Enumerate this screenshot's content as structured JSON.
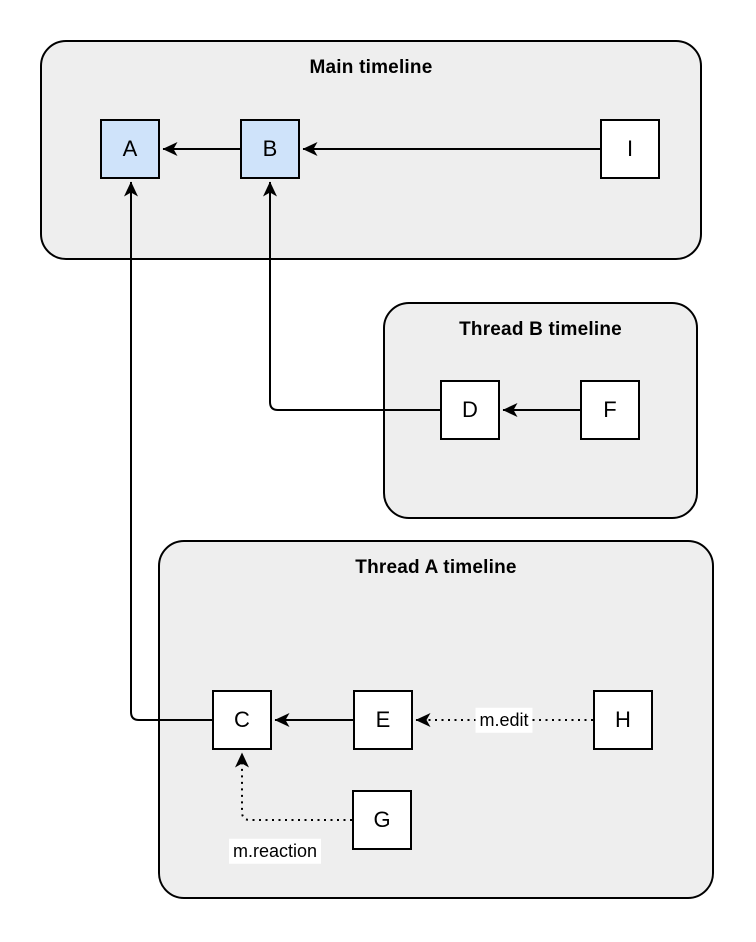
{
  "containers": {
    "main": {
      "label": "Main timeline"
    },
    "thread_b": {
      "label": "Thread B timeline"
    },
    "thread_a": {
      "label": "Thread A timeline"
    }
  },
  "nodes": {
    "a": {
      "label": "A",
      "fill": "blue"
    },
    "b": {
      "label": "B",
      "fill": "blue"
    },
    "i": {
      "label": "I",
      "fill": "white"
    },
    "d": {
      "label": "D",
      "fill": "white"
    },
    "f": {
      "label": "F",
      "fill": "white"
    },
    "c": {
      "label": "C",
      "fill": "white"
    },
    "e": {
      "label": "E",
      "fill": "white"
    },
    "h": {
      "label": "H",
      "fill": "white"
    },
    "g": {
      "label": "G",
      "fill": "white"
    }
  },
  "edges": {
    "b_to_a": {
      "from": "B",
      "to": "A",
      "style": "solid"
    },
    "i_to_b": {
      "from": "I",
      "to": "B",
      "style": "solid"
    },
    "f_to_d": {
      "from": "F",
      "to": "D",
      "style": "solid"
    },
    "d_to_b": {
      "from": "D",
      "to": "B",
      "style": "solid"
    },
    "e_to_c": {
      "from": "E",
      "to": "C",
      "style": "solid"
    },
    "c_to_a": {
      "from": "C",
      "to": "A",
      "style": "solid"
    },
    "h_to_e": {
      "from": "H",
      "to": "E",
      "style": "dotted",
      "label": "m.edit"
    },
    "g_to_c": {
      "from": "G",
      "to": "C",
      "style": "dotted",
      "label": "m.reaction"
    }
  },
  "colors": {
    "stroke": "#000000",
    "container_fill": "#eeeeee",
    "node_blue": "#cfe3fa",
    "node_white": "#ffffff",
    "label_bg": "#ffffff",
    "canvas_bg": "#ffffff"
  }
}
